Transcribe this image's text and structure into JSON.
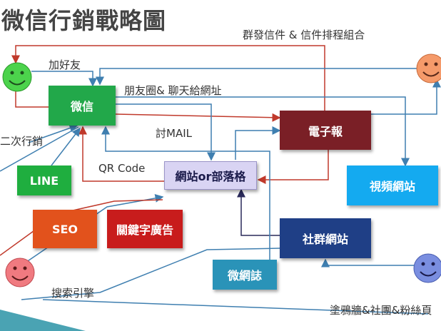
{
  "title": "微信行銷戰略圖",
  "boxes": {
    "wechat": "微信",
    "line": "LINE",
    "seo": "SEO",
    "keyword_ads": "關鍵字廣告",
    "website": "網站or部落格",
    "enews": "電子報",
    "video": "視頻網站",
    "social": "社群網站",
    "microblog": "微網誌"
  },
  "labels": {
    "group_send": "群發信件 & 信件排程組合",
    "add_friend": "加好友",
    "moments": "朋友圈& 聊天給網址",
    "ask_mail": "討MAIL",
    "second_marketing": "二次行銷",
    "qr_code": "QR Code",
    "search_engine": "搜索引擎",
    "wall_group_fans": "塗鴉牆&社團&粉絲頁"
  },
  "colors": {
    "wechat": "#22a84a",
    "line": "#1fae3f",
    "seo": "#e2521c",
    "keyword_ads": "#c81c1c",
    "website_fill": "#d9d4f3",
    "website_text": "#1a1a4a",
    "enews": "#7a1f26",
    "video": "#14aaf0",
    "social": "#1f3f86",
    "microblog": "#2a93b8",
    "face_green": "#4cd34c",
    "face_orange": "#f59a6a",
    "face_pink": "#f07a80",
    "face_blue": "#7a8ee0"
  },
  "icons": [
    "smiley-green-icon",
    "smiley-orange-icon",
    "smiley-pink-icon",
    "smiley-blue-icon"
  ]
}
